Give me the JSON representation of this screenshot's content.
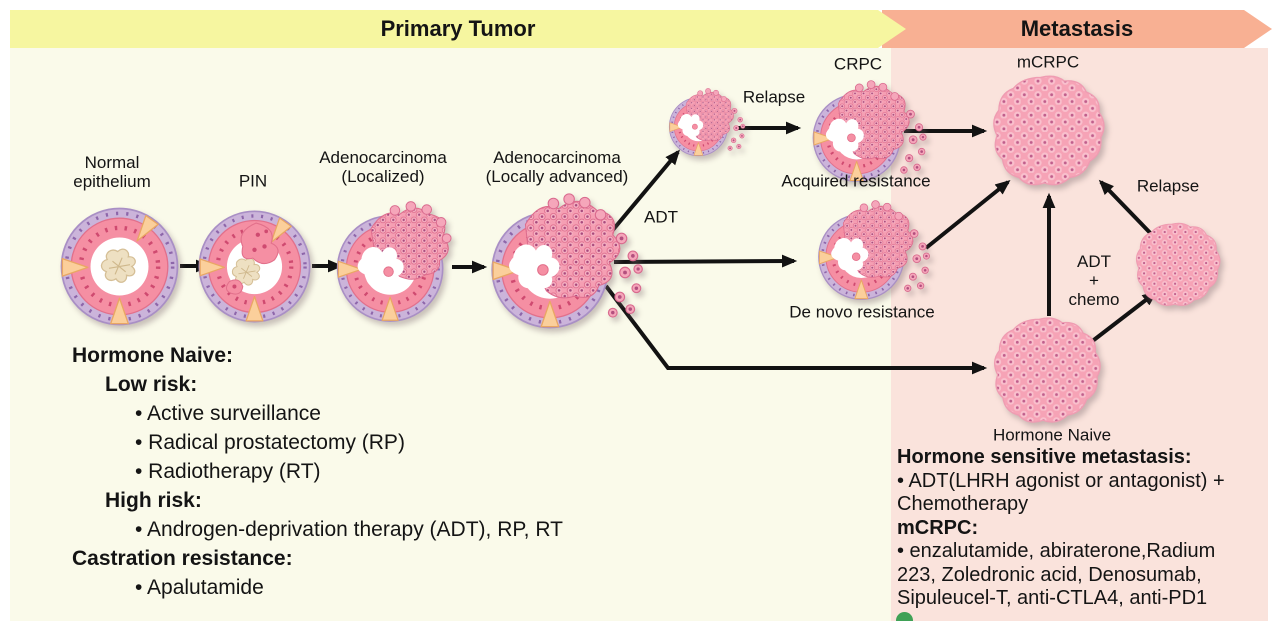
{
  "banners": {
    "primary_tumor": "Primary Tumor",
    "metastasis": "Metastasis"
  },
  "labels": {
    "normal_epithelium": "Normal\nepithelium",
    "pin": "PIN",
    "adenocarcinoma_localized": "Adenocarcinoma\n(Localized)",
    "adenocarcinoma_locally_advanced": "Adenocarcinoma\n(Locally advanced)",
    "adt": "ADT",
    "relapse_primary": "Relapse",
    "crpc": "CRPC",
    "acquired_resistance": "Acquired resistance",
    "de_novo_resistance": "De novo resistance",
    "mcrpc": "mCRPC",
    "relapse_metastasis": "Relapse",
    "adt_plus_chemo": "ADT\n+\nchemo",
    "hormone_naive": "Hormone Naive"
  },
  "primary_treatments": {
    "lines": [
      {
        "text": "Hormone Naive:"
      },
      {
        "text": "Low risk:"
      },
      {
        "text": "• Active surveillance"
      },
      {
        "text": "• Radical prostatectomy (RP)"
      },
      {
        "text": "• Radiotherapy (RT)"
      },
      {
        "text": "High risk:"
      },
      {
        "text": "• Androgen-deprivation therapy (ADT), RP, RT"
      },
      {
        "text": "Castration resistance:"
      },
      {
        "text": "• Apalutamide"
      }
    ]
  },
  "metastasis_treatments": {
    "lines": [
      {
        "text": "Hormone sensitive metastasis:"
      },
      {
        "text": "• ADT(LHRH agonist or antagonist) +"
      },
      {
        "text": "Chemotherapy"
      },
      {
        "text": "mCRPC:"
      },
      {
        "text": "• enzalutamide, abiraterone,Radium"
      },
      {
        "text": "223, Zoledronic acid, Denosumab,"
      },
      {
        "text": "Sipuleucel-T, anti-CTLA4, anti-PD1"
      }
    ]
  },
  "colors": {
    "primary_banner": "#f6f6a0",
    "metastasis_banner": "#f8b093",
    "primary_bg": "#fafaea",
    "metastasis_bg": "#fae3dc",
    "arrow": "#121212",
    "text": "#151515"
  }
}
